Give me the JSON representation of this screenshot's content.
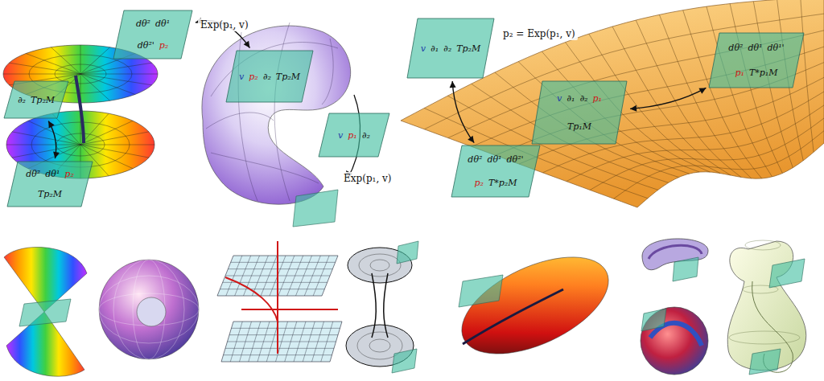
{
  "diagram": {
    "nodes": [
      {
        "text": [
          "dθ²",
          "dθ¹",
          "dθ²'",
          "p₂"
        ]
      },
      {
        "text": [
          "∂₂",
          "Tp₂M"
        ]
      },
      {
        "text": [
          "dθ²",
          "dθ¹",
          "p₂",
          "Tp₂M"
        ]
      },
      {
        "text": [
          "v",
          "p₂",
          "∂₂",
          "Tp₂M"
        ]
      },
      {
        "text": [
          "v",
          "p₁",
          "∂₂"
        ]
      },
      {
        "text": [
          "v",
          "∂₁",
          "∂₂",
          "Tp₂M"
        ]
      },
      {
        "text": [
          "v",
          "∂₁",
          "∂₂",
          "p₁",
          "Tp₁M"
        ]
      },
      {
        "text": [
          "dθ²",
          "dθ¹",
          "dθ²'",
          "p₂",
          "T*p₂M"
        ]
      },
      {
        "text": [
          "dθ²",
          "dθ¹",
          "dθ¹'",
          "p₁",
          "T*p₁M"
        ]
      }
    ],
    "edges": [
      {
        "from": 0,
        "to": 3,
        "label": "Exp(p₁, v)",
        "arrow": "both"
      },
      {
        "from": 1,
        "to": 2,
        "arrow": "both"
      },
      {
        "from": 7,
        "to": 5,
        "arrow": "both"
      },
      {
        "from": 8,
        "to": 6,
        "arrow": "both"
      }
    ],
    "labels": [
      "p₂ = Exp(p₁, v)",
      "Exp(p₁, v)"
    ]
  }
}
